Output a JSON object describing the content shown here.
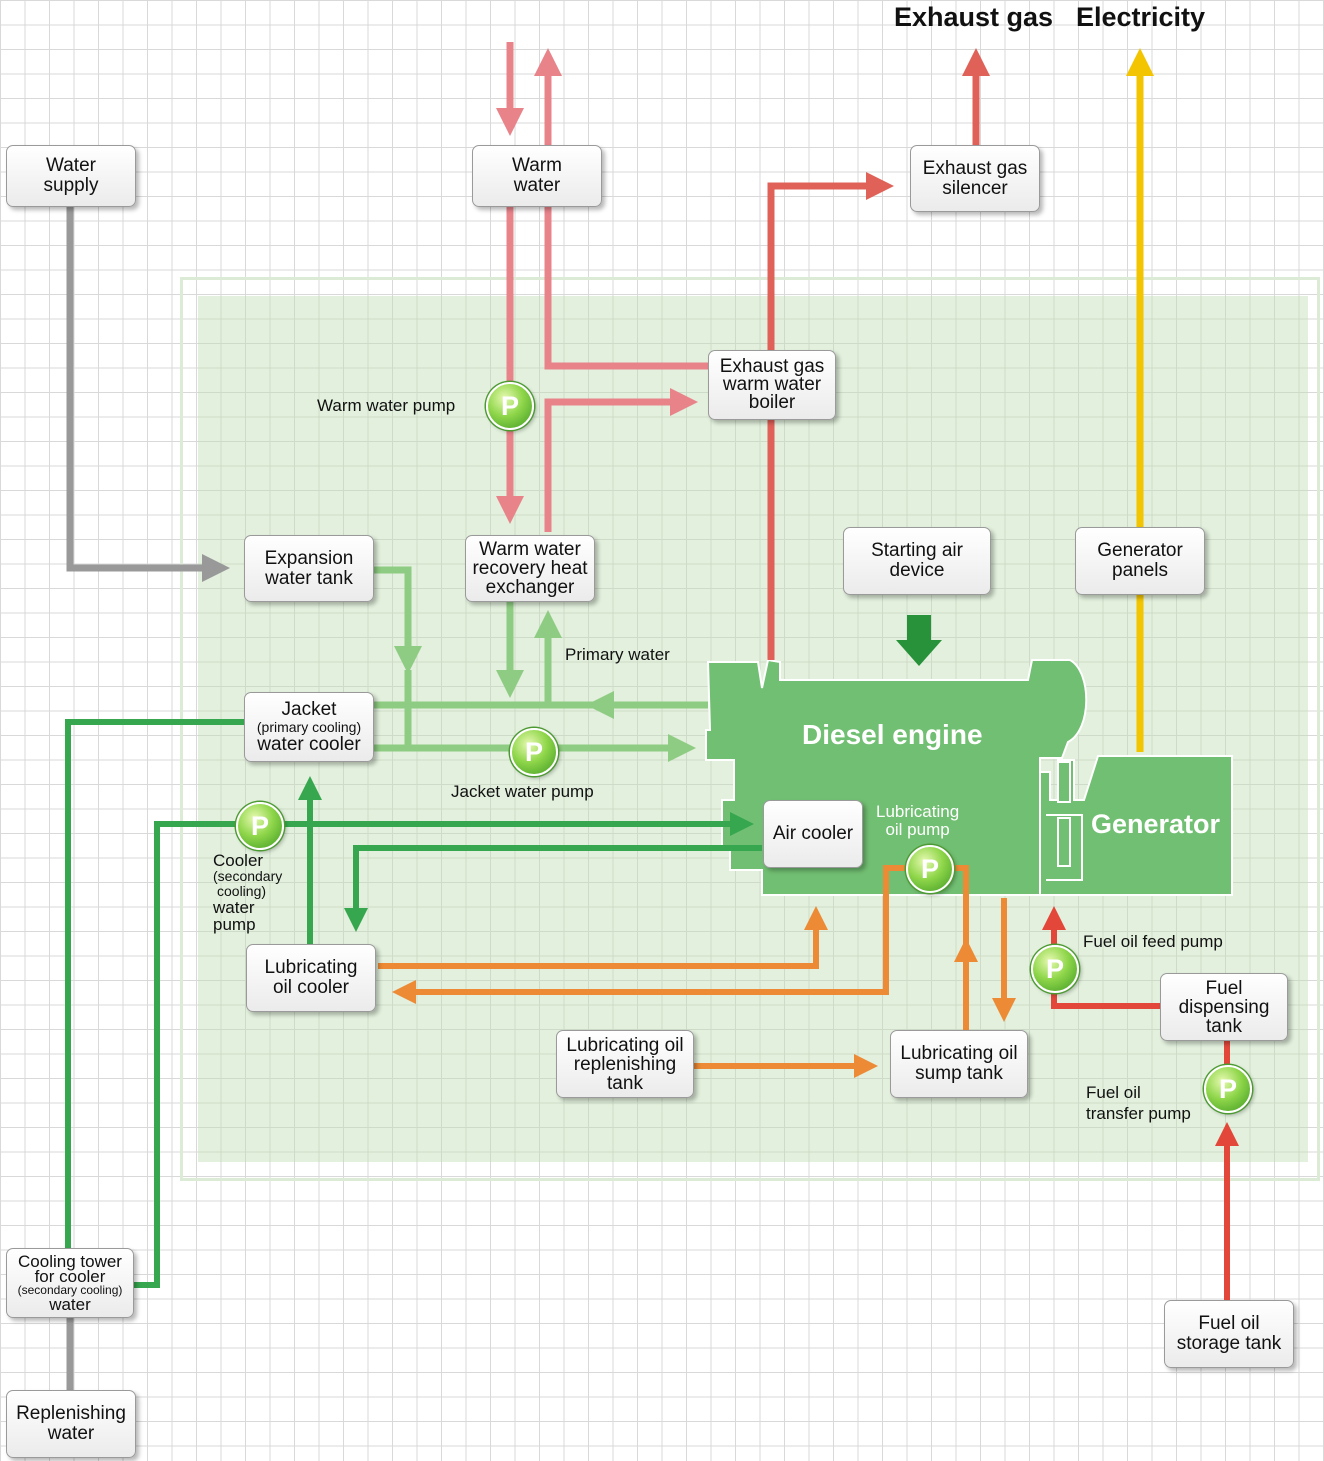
{
  "titles": {
    "exhaust_gas": "Exhaust gas",
    "electricity": "Electricity"
  },
  "boxes": {
    "water_supply": [
      "Water",
      "supply"
    ],
    "warm_water": [
      "Warm",
      "water"
    ],
    "exhaust_silencer": [
      "Exhaust gas",
      "silencer"
    ],
    "exhaust_boiler": [
      "Exhaust gas",
      "warm water",
      "boiler"
    ],
    "expansion_tank": [
      "Expansion",
      "water tank"
    ],
    "recovery_exchanger": [
      "Warm water",
      "recovery heat",
      "exchanger"
    ],
    "starting_air": [
      "Starting air",
      "device"
    ],
    "generator_panels": [
      "Generator",
      "panels"
    ],
    "jacket_cooler": {
      "line1": "Jacket",
      "line2": "(primary cooling)",
      "line3": "water cooler"
    },
    "air_cooler": [
      "Air cooler"
    ],
    "lube_cooler": [
      "Lubricating",
      "oil cooler"
    ],
    "lube_replenishing": [
      "Lubricating oil",
      "replenishing",
      "tank"
    ],
    "lube_sump": [
      "Lubricating oil",
      "sump tank"
    ],
    "fuel_dispensing": [
      "Fuel",
      "dispensing",
      "tank"
    ],
    "fuel_storage": [
      "Fuel oil",
      "storage tank"
    ],
    "cooling_tower": {
      "line1": "Cooling tower",
      "line2": "for cooler",
      "line3": "(secondary cooling)",
      "line4": "water"
    },
    "replenishing_water": [
      "Replenishing",
      "water"
    ]
  },
  "labels": {
    "warm_water_pump": "Warm water pump",
    "primary_water": "Primary water",
    "jacket_water_pump": "Jacket water pump",
    "cooler_pump": [
      "Cooler",
      "(secondary",
      "cooling)",
      "water",
      "pump"
    ],
    "lube_oil_pump": [
      "Lubricating",
      "oil pump"
    ],
    "fuel_feed_pump": "Fuel oil feed pump",
    "fuel_transfer_pump": [
      "Fuel oil",
      "transfer pump"
    ]
  },
  "machines": {
    "diesel_engine": "Diesel engine",
    "generator": "Generator"
  },
  "pump_symbol": "P",
  "colors": {
    "warm_water": "#e8838a",
    "exhaust": "#e06158",
    "electricity": "#f2c500",
    "supply_water": "#999999",
    "primary_water": "#8fcc83",
    "secondary_water": "#37a74f",
    "lube_oil": "#ec8a35",
    "fuel_oil": "#e2473a",
    "engine": "#71bf72",
    "starting_air": "#27923a"
  }
}
